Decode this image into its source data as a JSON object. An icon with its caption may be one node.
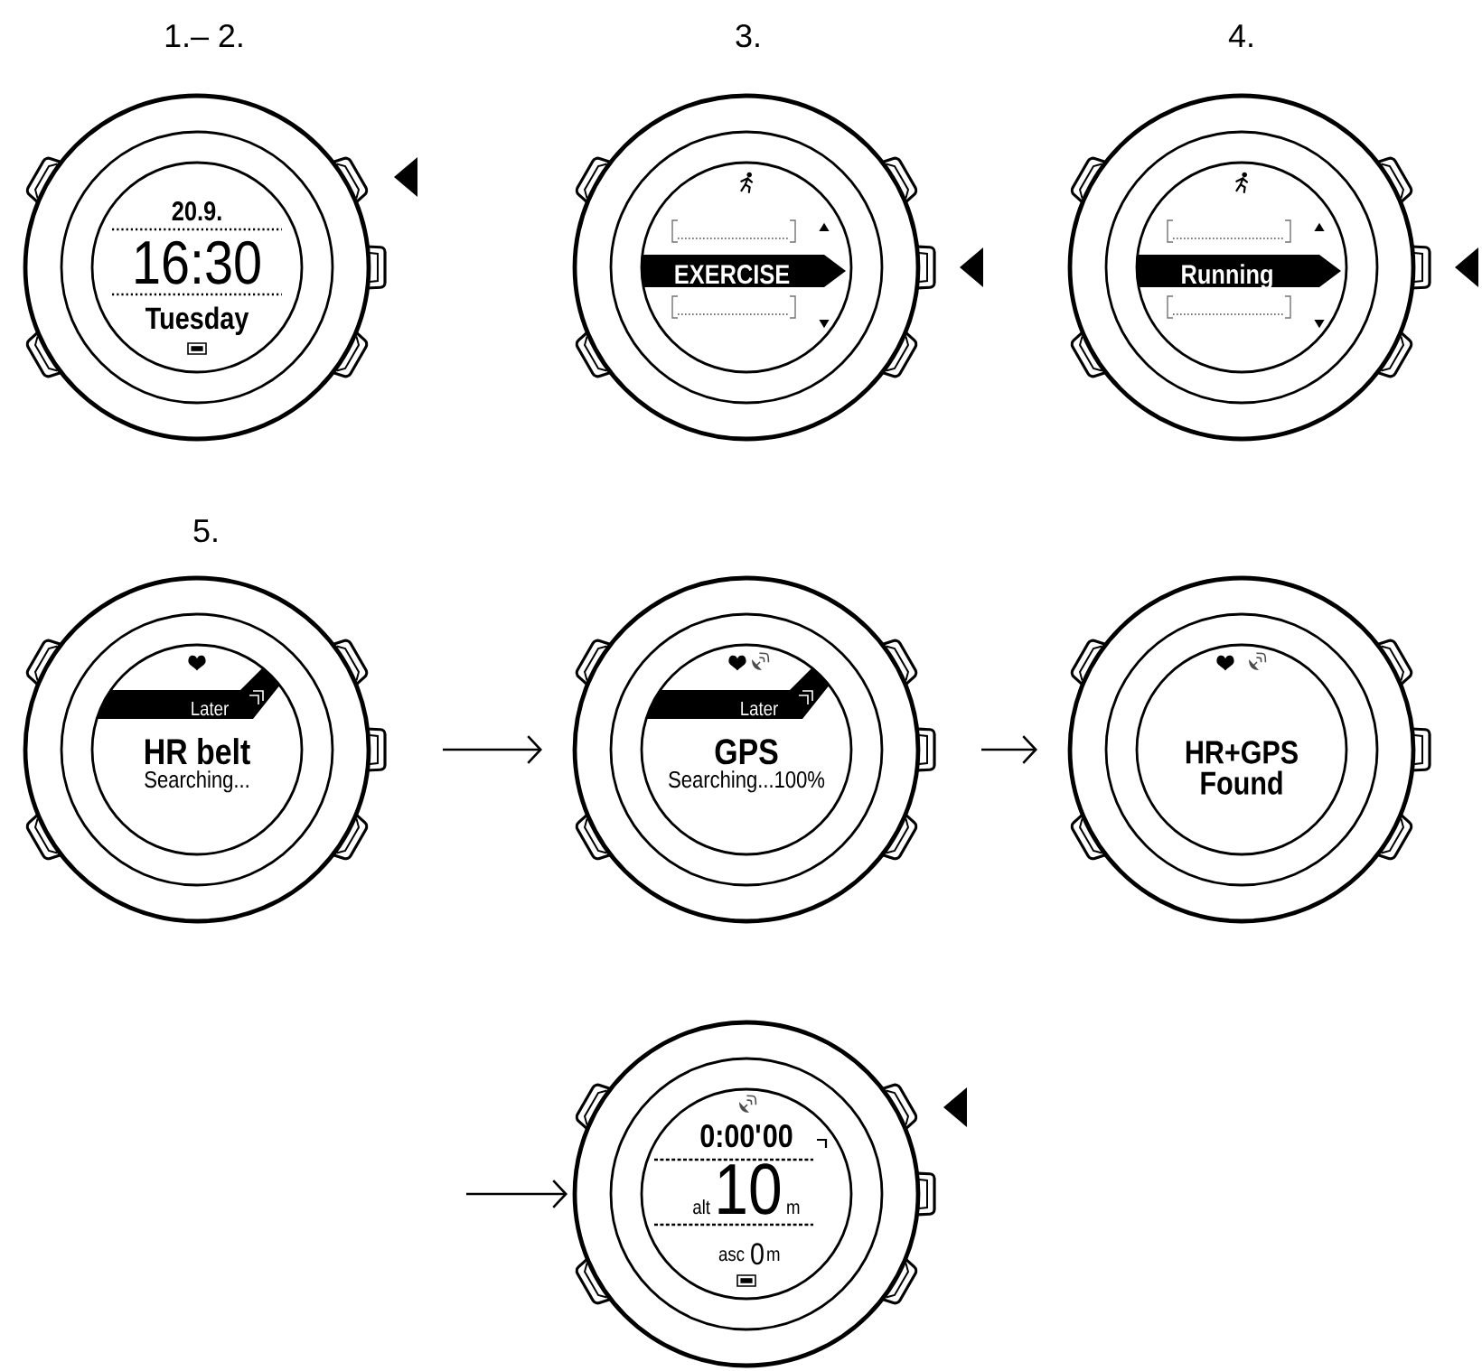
{
  "diagram": {
    "nodes": [
      {
        "text": [
          "20.9.",
          "16:30",
          "Tuesday"
        ],
        "beside": [
          "1.– 2."
        ]
      },
      {
        "text": [],
        "shape": "circle",
        "beside": [
          "3."
        ]
      },
      {
        "text": [
          "EXERCISE"
        ],
        "in": 1
      },
      {
        "text": [],
        "shape": "circle",
        "beside": [
          "4."
        ]
      },
      {
        "text": [
          "Running"
        ],
        "in": 3
      },
      {
        "text": [
          "HR belt",
          "Searching..."
        ],
        "beside": [
          "5."
        ]
      },
      {
        "text": [
          "Later"
        ],
        "in": 5
      },
      {
        "text": [
          "GPS",
          "Searching...100%"
        ]
      },
      {
        "text": [
          "Later"
        ],
        "in": 7
      },
      {
        "text": [
          "HR+GPS Found"
        ]
      },
      {
        "text": [
          "0:00'00",
          "alt",
          "10",
          "m",
          "asc",
          "0",
          "m"
        ]
      }
    ],
    "edges": [
      {
        "from": 5,
        "to": 7,
        "arrow": "to"
      },
      {
        "from": 7,
        "to": 9,
        "arrow": "to"
      },
      {
        "from": null,
        "to": 10,
        "arrow": "to"
      }
    ]
  }
}
